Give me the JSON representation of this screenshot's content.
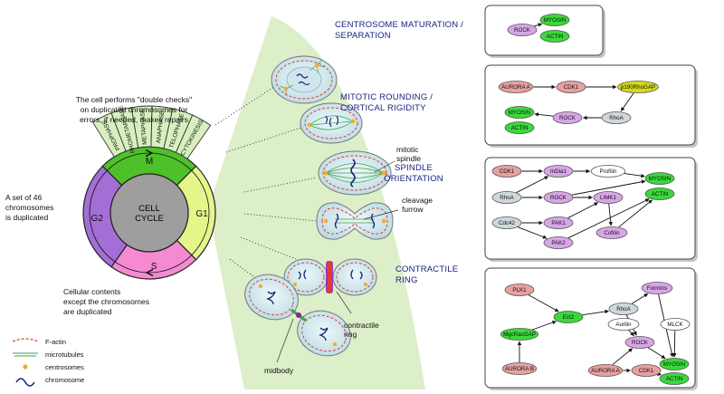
{
  "cycle": {
    "center": "CELL\nCYCLE",
    "segments": [
      "G2",
      "M",
      "G1",
      "S"
    ],
    "colors": {
      "G2": "#a36fd6",
      "M": "#4ec12a",
      "G1": "#e6f58a",
      "S": "#f58ad2"
    }
  },
  "phases": [
    "PROPHASE",
    "PROMETAPHASE",
    "METAPHASE",
    "ANAPHASE",
    "TELOPHASE",
    "CYTOKINESIS"
  ],
  "captions": {
    "g2": "The cell performs \"double checks\"\non duplicated chromosomes for\nerrors, if needed, makes repairs",
    "s": "A set of 46\nchromosomes\nis duplicated",
    "g1": "Cellular contents\nexcept the chromosomes\nare duplicated"
  },
  "titles": [
    "CENTROSOME MATURATION /\nSEPARATION",
    "MITOTIC ROUNDING /\nCORTICAL RIGIDITY",
    "SPINDLE\nORIENTATION",
    "CONTRACTILE\nRING"
  ],
  "cell_labels": {
    "spindle": "mitotic\nspindle",
    "furrow": "cleavage\nfurrow",
    "ring": "contractile\nring",
    "midbody": "midbody"
  },
  "legend": [
    {
      "label": "F-actin",
      "symbol": "dash"
    },
    {
      "label": "microtubules",
      "symbol": "lines"
    },
    {
      "label": "centrosomes",
      "symbol": "dot"
    },
    {
      "label": "chromosome",
      "symbol": "squiggle"
    }
  ],
  "colors": {
    "myosin": "#39d93a",
    "aurora": "#e8a0a0",
    "kinase": "#d8a6e8",
    "gap": "#d4d81e",
    "grey": "#cfd8dc",
    "white": "#ffffff",
    "fan": "#dcefc9",
    "cell_fill": "#d6ecf0",
    "actin": "#e53935"
  },
  "panels": [
    {
      "nodes": [
        {
          "id": "rock",
          "text": "ROCK",
          "color": "kinase"
        },
        {
          "id": "myo",
          "text": "MYOSIN",
          "color": "myosin"
        },
        {
          "id": "act",
          "text": "ACTIN",
          "color": "myosin"
        }
      ],
      "edges": [
        [
          "rock",
          "myo"
        ]
      ]
    },
    {
      "nodes": [
        {
          "id": "aur",
          "text": "AURORA A",
          "color": "aurora"
        },
        {
          "id": "cdk",
          "text": "CDK1",
          "color": "aurora"
        },
        {
          "id": "gap",
          "text": "p190RhoGAP",
          "color": "gap"
        },
        {
          "id": "rhoa",
          "text": "RhoA",
          "color": "grey"
        },
        {
          "id": "rock",
          "text": "ROCK",
          "color": "kinase"
        },
        {
          "id": "myo",
          "text": "MYOSIN",
          "color": "myosin"
        },
        {
          "id": "act",
          "text": "ACTIN",
          "color": "myosin"
        }
      ],
      "edges": [
        [
          "aur",
          "cdk"
        ],
        [
          "cdk",
          "gap"
        ],
        [
          "gap",
          "rhoa"
        ],
        [
          "rhoa",
          "rock"
        ],
        [
          "rock",
          "myo"
        ]
      ]
    },
    {
      "nodes": [
        {
          "id": "cdk",
          "text": "CDK1",
          "color": "aurora"
        },
        {
          "id": "mdia",
          "text": "mDia1",
          "color": "kinase"
        },
        {
          "id": "prof",
          "text": "Profilin",
          "color": "white"
        },
        {
          "id": "myo",
          "text": "MYOSIN",
          "color": "myosin"
        },
        {
          "id": "act",
          "text": "ACTIN",
          "color": "myosin"
        },
        {
          "id": "rhoa",
          "text": "RhoA",
          "color": "grey"
        },
        {
          "id": "rock",
          "text": "ROCK",
          "color": "kinase"
        },
        {
          "id": "limk",
          "text": "LIMK1",
          "color": "kinase"
        },
        {
          "id": "cdc",
          "text": "Cdc42",
          "color": "grey"
        },
        {
          "id": "pak1",
          "text": "PAK1",
          "color": "kinase"
        },
        {
          "id": "cof",
          "text": "Cofilin",
          "color": "kinase"
        },
        {
          "id": "pak2",
          "text": "PAK2",
          "color": "kinase"
        }
      ],
      "edges": [
        [
          "cdk",
          "mdia"
        ],
        [
          "mdia",
          "prof"
        ],
        [
          "prof",
          "myo"
        ],
        [
          "rhoa",
          "mdia"
        ],
        [
          "rhoa",
          "rock"
        ],
        [
          "rock",
          "limk"
        ],
        [
          "rock",
          "myo"
        ],
        [
          "limk",
          "cof"
        ],
        [
          "cdc",
          "pak1"
        ],
        [
          "cdc",
          "pak2"
        ],
        [
          "pak1",
          "limk"
        ],
        [
          "cof",
          "act"
        ],
        [
          "pak2",
          "act"
        ]
      ]
    },
    {
      "nodes": [
        {
          "id": "plk",
          "text": "PLK1",
          "color": "aurora"
        },
        {
          "id": "ect",
          "text": "Ect2",
          "color": "myosin"
        },
        {
          "id": "rhoa",
          "text": "RhoA",
          "color": "grey"
        },
        {
          "id": "aul",
          "text": "Aurilin",
          "color": "white"
        },
        {
          "id": "form",
          "text": "Formins",
          "color": "kinase"
        },
        {
          "id": "mlck",
          "text": "MLCK",
          "color": "white"
        },
        {
          "id": "mgc",
          "text": "MgcRacGAP",
          "color": "myosin"
        },
        {
          "id": "rock",
          "text": "ROCK",
          "color": "kinase"
        },
        {
          "id": "aurb",
          "text": "AURORA B",
          "color": "aurora"
        },
        {
          "id": "aura",
          "text": "AURORA A",
          "color": "aurora"
        },
        {
          "id": "cdk",
          "text": "CDK1",
          "color": "aurora"
        },
        {
          "id": "myo",
          "text": "MYOSIN",
          "color": "myosin"
        },
        {
          "id": "act",
          "text": "ACTIN",
          "color": "myosin"
        }
      ],
      "edges": [
        [
          "plk",
          "ect"
        ],
        [
          "mgc",
          "ect"
        ],
        [
          "aurb",
          "mgc"
        ],
        [
          "ect",
          "rhoa"
        ],
        [
          "rhoa",
          "form"
        ],
        [
          "rhoa",
          "rock"
        ],
        [
          "aul",
          "rock"
        ],
        [
          "aura",
          "cdk"
        ],
        [
          "aura",
          "rock"
        ],
        [
          "form",
          "myo"
        ],
        [
          "mlck",
          "myo"
        ],
        [
          "rock",
          "myo"
        ],
        [
          "cdk",
          "act"
        ]
      ]
    }
  ]
}
